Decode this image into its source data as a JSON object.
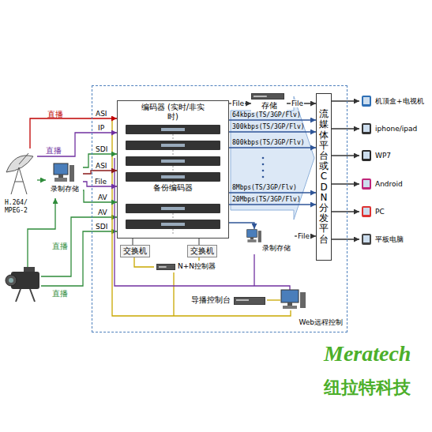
{
  "diagram": {
    "nodes": [
      {
        "text": [
          "Web远程控制"
        ]
      },
      {
        "text": [
          "编码器 (实时/非实时)",
          "备份编码器"
        ],
        "in": 0
      },
      {
        "text": [
          "存储"
        ],
        "in": 0
      },
      {
        "text": [
          "录制存储"
        ]
      },
      {
        "text": [
          "录制存储"
        ],
        "in": 0
      },
      {
        "text": [
          "交换机"
        ],
        "in": 0
      },
      {
        "text": [
          "交换机"
        ],
        "in": 0
      },
      {
        "text": [
          "N+N控制器"
        ],
        "in": 0
      },
      {
        "text": [
          "导播控制台"
        ],
        "in": 0
      },
      {
        "text": [
          "流媒体平台或CDN分发平台"
        ]
      },
      {
        "text": [
          "机顶盒+电视机"
        ]
      },
      {
        "text": [
          "iphone/ipad"
        ]
      },
      {
        "text": [
          "WP7"
        ]
      },
      {
        "text": [
          "Android"
        ]
      },
      {
        "text": [
          "PC"
        ]
      },
      {
        "text": [
          "平板电脑"
        ]
      },
      {
        "text": [
          "H.264/MPEG-2"
        ]
      }
    ],
    "edges": [
      {
        "from": 16,
        "to": 1,
        "label": "ASI",
        "arrow": "to"
      },
      {
        "from": 16,
        "to": 1,
        "label": "IP",
        "arrow": "to"
      },
      {
        "from": 3,
        "to": 1,
        "label": "SDI",
        "arrow": "to"
      },
      {
        "from": 3,
        "to": 1,
        "label": "ASI",
        "arrow": "to"
      },
      {
        "from": 3,
        "to": 1,
        "label": "File",
        "arrow": "to"
      },
      {
        "from": 3,
        "to": 1,
        "label": "AV",
        "arrow": "to"
      },
      {
        "from": 16,
        "to": 3,
        "arrow": "to"
      },
      {
        "from": 1,
        "to": 2,
        "label": "File",
        "arrow": "to"
      },
      {
        "from": 2,
        "to": 9,
        "label": "File",
        "arrow": "to"
      },
      {
        "from": 1,
        "to": 9,
        "label": "64kbps(TS/3GP/Flv)",
        "arrow": "to"
      },
      {
        "from": 1,
        "to": 9,
        "label": "300kbps(TS/3GP/Flv)",
        "arrow": "to"
      },
      {
        "from": 1,
        "to": 9,
        "label": "800kbps(TS/3GP/Flv)",
        "arrow": "to"
      },
      {
        "from": 1,
        "to": 9,
        "label": "8Mbps(TS/3GP/Flv)",
        "arrow": "to"
      },
      {
        "from": 1,
        "to": 9,
        "label": "20Mbps(TS/3GP/Flv)",
        "arrow": "to"
      },
      {
        "from": 1,
        "to": 4,
        "arrow": "to"
      },
      {
        "from": 4,
        "to": 9,
        "label": "File",
        "arrow": "to"
      },
      {
        "from": 1,
        "to": 5,
        "arrow": "none"
      },
      {
        "from": 1,
        "to": 6,
        "arrow": "none"
      },
      {
        "from": 7,
        "to": 5,
        "arrow": "none"
      },
      {
        "from": 7,
        "to": 6,
        "arrow": "none"
      },
      {
        "from": 9,
        "to": 10,
        "arrow": "to"
      },
      {
        "from": 9,
        "to": 11,
        "arrow": "to"
      },
      {
        "from": 9,
        "to": 12,
        "arrow": "to"
      },
      {
        "from": 9,
        "to": 13,
        "arrow": "to"
      },
      {
        "from": 9,
        "to": 14,
        "arrow": "to"
      },
      {
        "from": 9,
        "to": 15,
        "arrow": "to"
      }
    ],
    "labels": [
      "直播",
      "直播",
      "直播",
      "直播",
      "AV",
      "SDI",
      "Meratech",
      "纽拉特科技"
    ]
  }
}
